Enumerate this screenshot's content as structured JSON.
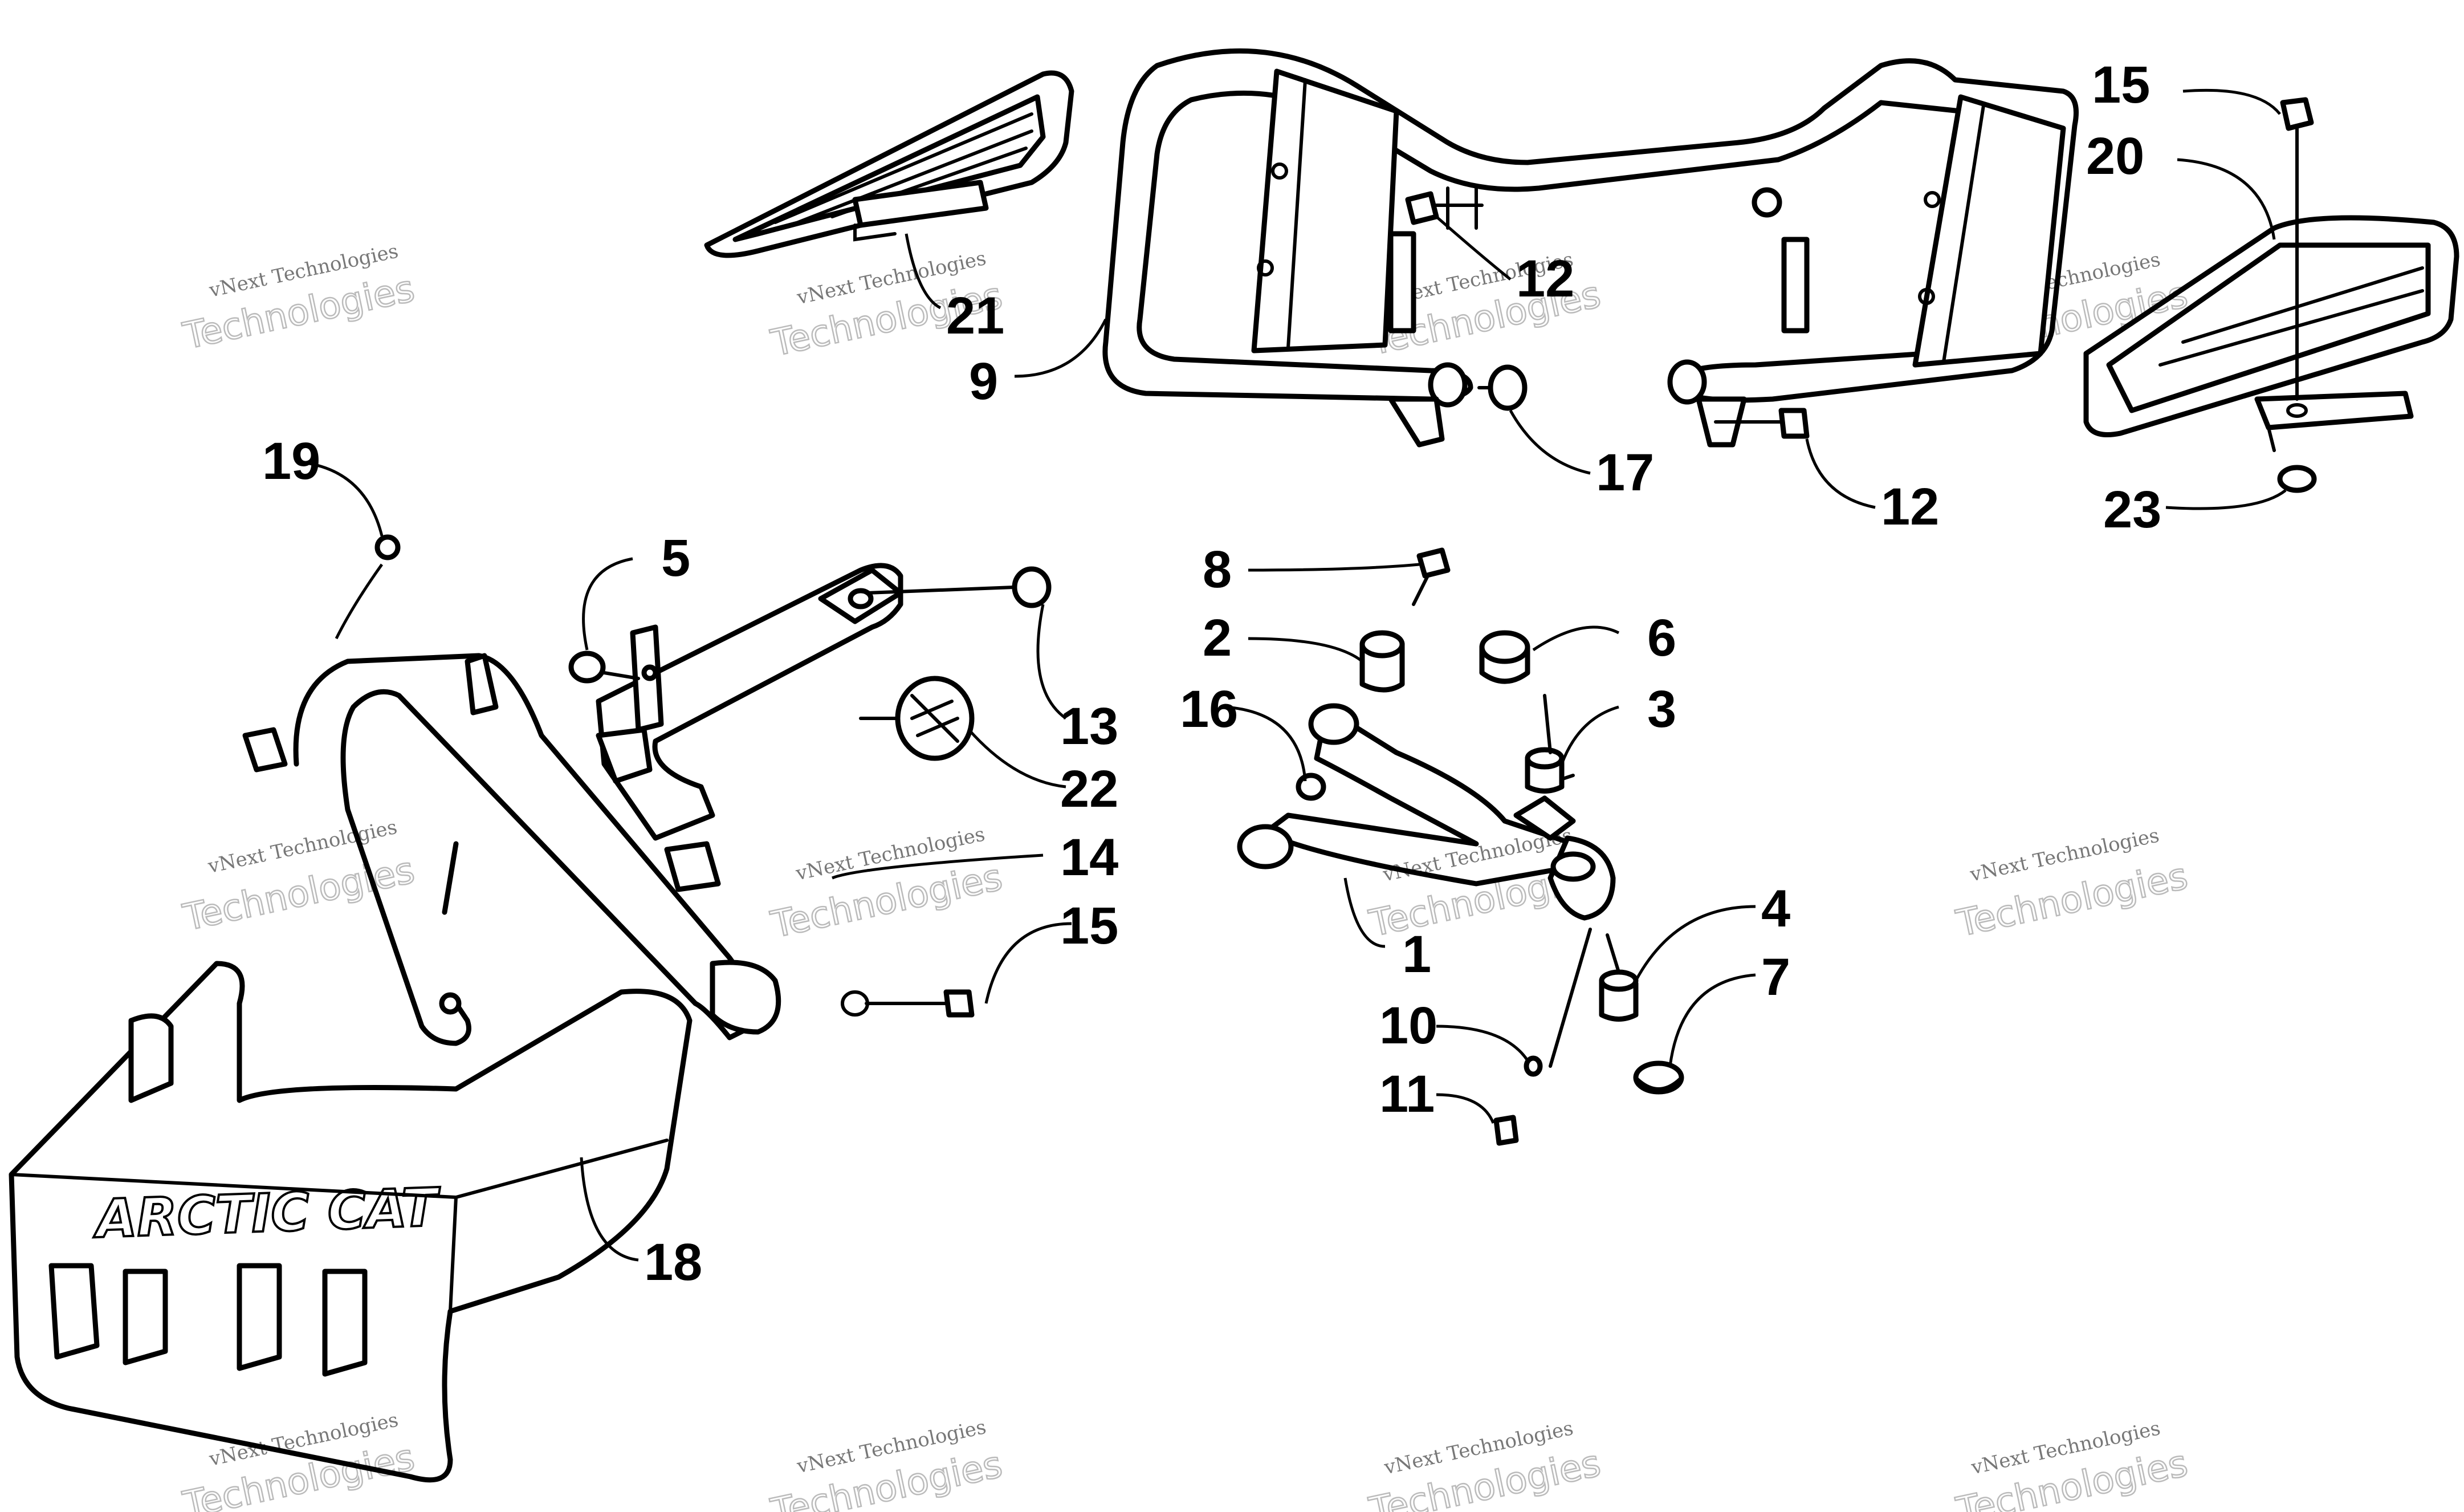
{
  "callouts": [
    {
      "id": "c21",
      "label": "21"
    },
    {
      "id": "c9",
      "label": "9"
    },
    {
      "id": "c12a",
      "label": "12"
    },
    {
      "id": "c17",
      "label": "17"
    },
    {
      "id": "c12b",
      "label": "12"
    },
    {
      "id": "c15a",
      "label": "15"
    },
    {
      "id": "c20",
      "label": "20"
    },
    {
      "id": "c23",
      "label": "23"
    },
    {
      "id": "c19",
      "label": "19"
    },
    {
      "id": "c5",
      "label": "5"
    },
    {
      "id": "c13",
      "label": "13"
    },
    {
      "id": "c22",
      "label": "22"
    },
    {
      "id": "c14",
      "label": "14"
    },
    {
      "id": "c15b",
      "label": "15"
    },
    {
      "id": "c18",
      "label": "18"
    },
    {
      "id": "c8",
      "label": "8"
    },
    {
      "id": "c2",
      "label": "2"
    },
    {
      "id": "c16",
      "label": "16"
    },
    {
      "id": "c6",
      "label": "6"
    },
    {
      "id": "c3",
      "label": "3"
    },
    {
      "id": "c1",
      "label": "1"
    },
    {
      "id": "c4",
      "label": "4"
    },
    {
      "id": "c7",
      "label": "7"
    },
    {
      "id": "c10",
      "label": "10"
    },
    {
      "id": "c11",
      "label": "11"
    }
  ],
  "logo_text": "ARCTIC CAT",
  "watermark": {
    "small": "vNext Technologies",
    "big": "Technologies"
  }
}
